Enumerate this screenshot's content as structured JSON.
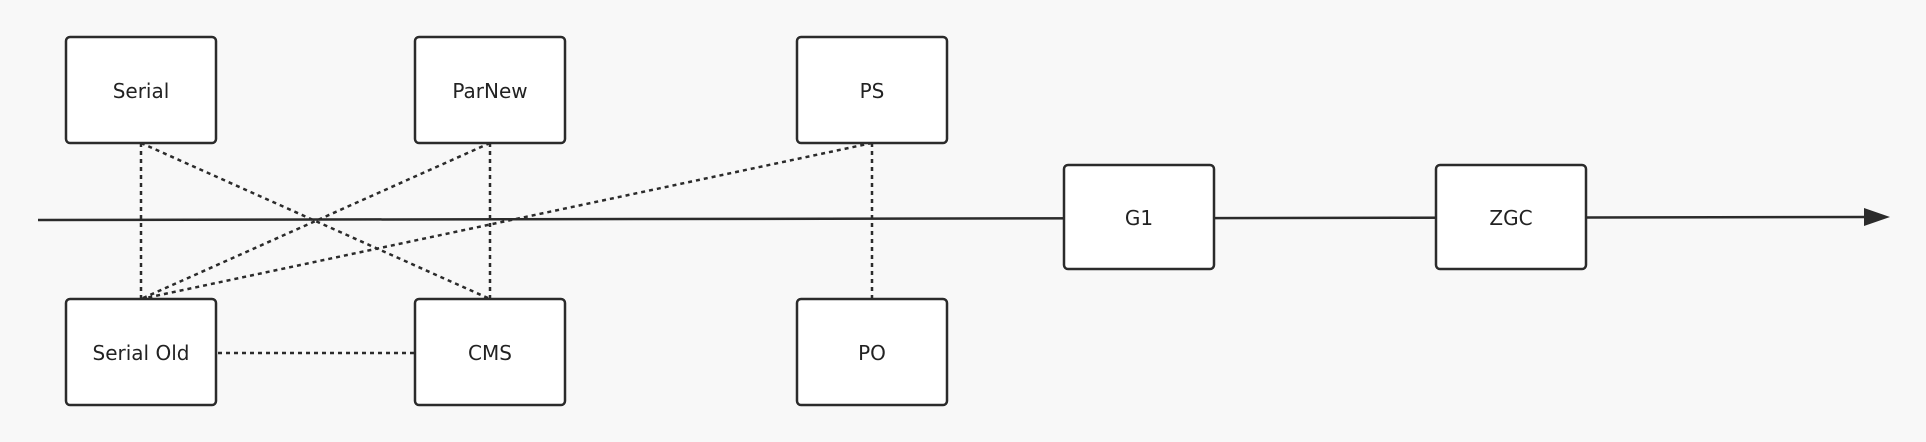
{
  "nodes": {
    "serial": "Serial",
    "parnew": "ParNew",
    "ps": "PS",
    "serial_old": "Serial Old",
    "cms": "CMS",
    "po": "PO",
    "g1": "G1",
    "zgc": "ZGC"
  },
  "connections": [
    [
      "Serial",
      "Serial Old"
    ],
    [
      "Serial",
      "CMS"
    ],
    [
      "ParNew",
      "Serial Old"
    ],
    [
      "ParNew",
      "CMS"
    ],
    [
      "PS",
      "Serial Old"
    ],
    [
      "PS",
      "PO"
    ],
    [
      "Serial Old",
      "CMS"
    ]
  ],
  "timeline": [
    "G1",
    "ZGC"
  ]
}
